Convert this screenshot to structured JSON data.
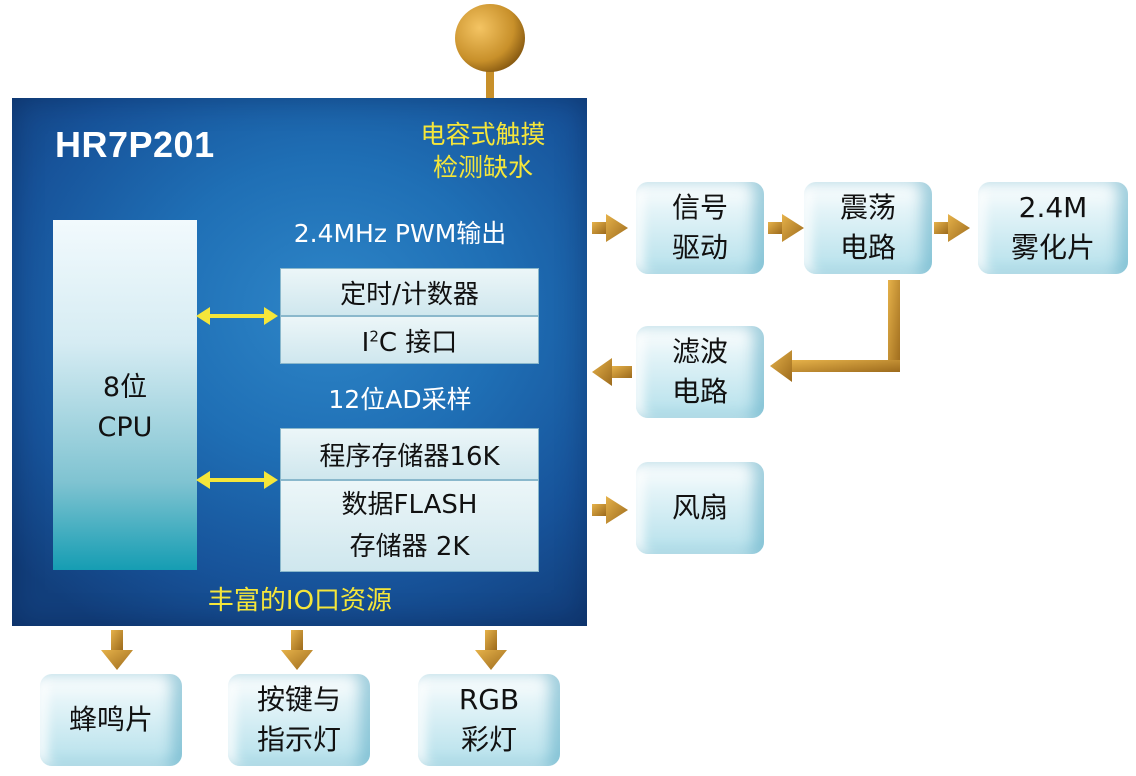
{
  "chip": {
    "name": "HR7P201",
    "touch_line1": "电容式触摸",
    "touch_line2": "检测缺水",
    "pwm": "2.4MHz  PWM输出",
    "adc": "12位AD采样",
    "io": "丰富的IO口资源"
  },
  "cpu": {
    "line1": "8位",
    "line2": "CPU"
  },
  "timer": "定时/计数器",
  "i2c": {
    "pre": "I",
    "sup": "2",
    "post": "C 接口"
  },
  "program_memory": "程序存储器16K",
  "data_flash": {
    "line1": "数据FLASH",
    "line2": "存储器  2K"
  },
  "signal_drive": {
    "line1": "信号",
    "line2": "驱动"
  },
  "oscillator": {
    "line1": "震荡",
    "line2": "电路"
  },
  "atomizer": {
    "line1": "2.4M",
    "line2": "雾化片"
  },
  "filter": {
    "line1": "滤波",
    "line2": "电路"
  },
  "fan": "风扇",
  "buzzer": "蜂鸣片",
  "keys": {
    "line1": "按键与",
    "line2": "指示灯"
  },
  "rgb": {
    "line1": "RGB",
    "line2": "彩灯"
  },
  "colors": {
    "chip_blue": "#1f6fb5",
    "label_yellow": "#f5e63a",
    "arrow_bronze": "#c8902a",
    "antenna_gold": "#c8962e"
  }
}
